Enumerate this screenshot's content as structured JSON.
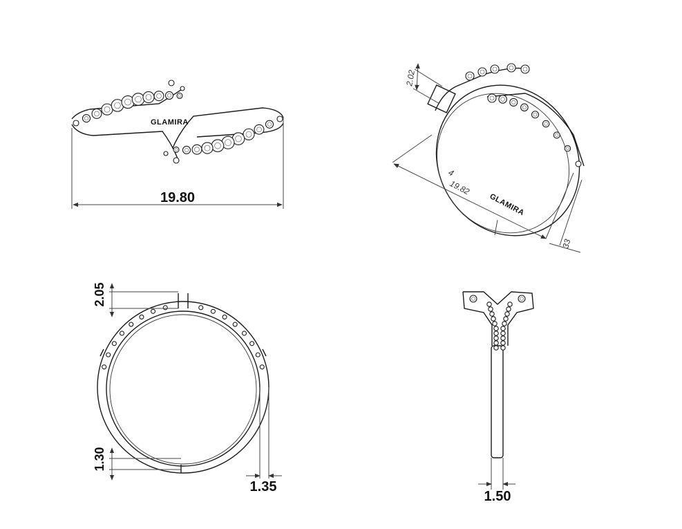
{
  "brand_mark": "GLAMIRA",
  "views": {
    "top": {
      "width_label": "19.80"
    },
    "perspective": {
      "top_label": "2.02",
      "diag_label": "19.82",
      "side_label": "33",
      "side_label_b": "4"
    },
    "front": {
      "head_label": "2.05",
      "band_label": "1.30",
      "thick_label": "1.35"
    },
    "side": {
      "width_label": "1.50"
    }
  },
  "colors": {
    "line": "#1a1a1a",
    "background": "#ffffff"
  }
}
